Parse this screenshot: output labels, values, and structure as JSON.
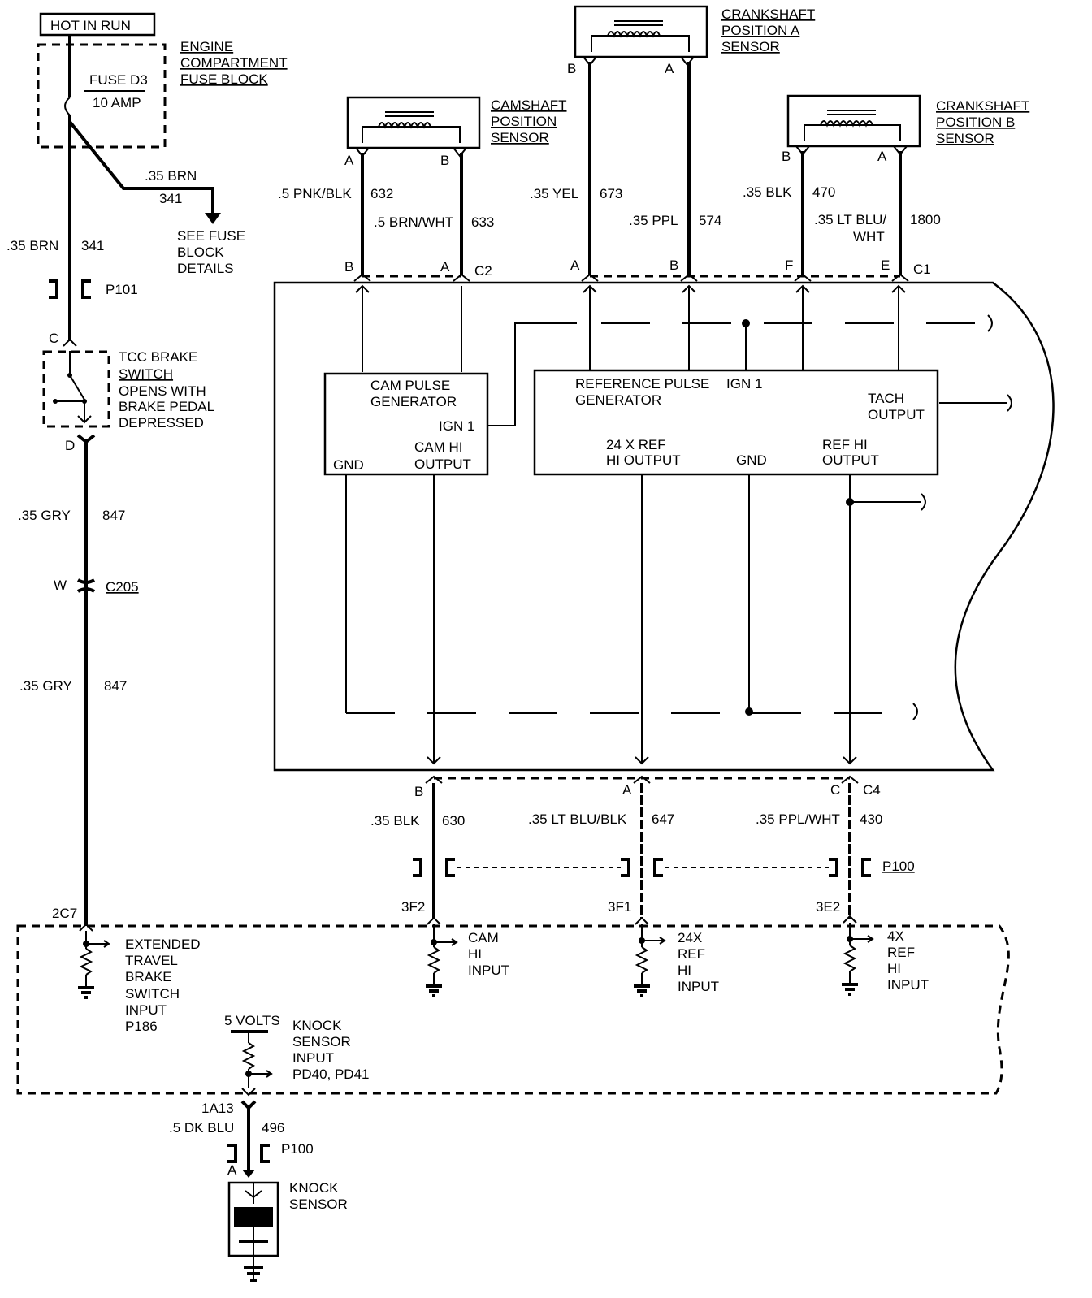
{
  "hot_in_run": "HOT IN RUN",
  "fuse_block": {
    "line1": "ENGINE",
    "line2": "COMPARTMENT",
    "line3": "FUSE BLOCK",
    "fuse": "FUSE D3",
    "amp": "10 AMP"
  },
  "brn_branch": {
    "size": ".35 BRN",
    "circuit": "341",
    "see1": "SEE FUSE",
    "see2": "BLOCK",
    "see3": "DETAILS"
  },
  "left_wire": {
    "brn_size": ".35 BRN",
    "brn_circuit": "341",
    "p101": "P101",
    "pin_c": "C",
    "pin_d": "D",
    "switch1": "TCC BRAKE",
    "switch2": "SWITCH",
    "switch3": "OPENS WITH",
    "switch4": "BRAKE PEDAL",
    "switch5": "DEPRESSED",
    "gry_size_1": ".35 GRY",
    "gry_circuit_1": "847",
    "pin_w": "W",
    "c205": "C205",
    "gry_size_2": ".35 GRY",
    "gry_circuit_2": "847",
    "pin_2c7": "2C7"
  },
  "camshaft": {
    "line1": "CAMSHAFT",
    "line2": "POSITION",
    "line3": "SENSOR",
    "pin_a": "A",
    "pin_b": "B"
  },
  "crank_a": {
    "line1": "CRANKSHAFT",
    "line2": "POSITION A",
    "line3": "SENSOR",
    "pin_b": "B",
    "pin_a": "A"
  },
  "crank_b": {
    "line1": "CRANKSHAFT",
    "line2": "POSITION B",
    "line3": "SENSOR",
    "pin_b": "B",
    "pin_a": "A"
  },
  "wires_top": {
    "w632_size": ".5 PNK/BLK",
    "w632": "632",
    "w633_size": ".5 BRN/WHT",
    "w633": "633",
    "w673_size": ".35 YEL",
    "w673": "673",
    "w574_size": ".35 PPL",
    "w574": "574",
    "w470_size": ".35 BLK",
    "w470": "470",
    "w1800_size_1": ".35 LT BLU/",
    "w1800_size_2": "WHT",
    "w1800": "1800"
  },
  "connectors_top": {
    "c2_b": "B",
    "c2_a": "A",
    "c2": "C2",
    "c1_a": "A",
    "c1_b": "B",
    "c1_f": "F",
    "c1_e": "E",
    "c1": "C1"
  },
  "module": {
    "cam1": "CAM PULSE",
    "cam2": "GENERATOR",
    "cam_ign": "IGN 1",
    "cam_gnd": "GND",
    "cam_hi1": "CAM HI",
    "cam_hi2": "OUTPUT",
    "ref1": "REFERENCE PULSE",
    "ref2": "GENERATOR",
    "ref_ign": "IGN 1",
    "tach1": "TACH",
    "tach2": "OUTPUT",
    "ref24_1": "24 X REF",
    "ref24_2": "HI OUTPUT",
    "ref_gnd": "GND",
    "refhi1": "REF HI",
    "refhi2": "OUTPUT"
  },
  "c4": {
    "pin_b": "B",
    "pin_a": "A",
    "pin_c": "C",
    "label": "C4",
    "w630_size": ".35 BLK",
    "w630": "630",
    "w647_size": ".35 LT BLU/BLK",
    "w647": "647",
    "w430_size": ".35 PPL/WHT",
    "w430": "430",
    "p100": "P100",
    "pin_3f2": "3F2",
    "pin_3f1": "3F1",
    "pin_3e2": "3E2"
  },
  "pcm_inputs": {
    "etb1": "EXTENDED",
    "etb2": "TRAVEL",
    "etb3": "BRAKE",
    "etb4": "SWITCH",
    "etb5": "INPUT",
    "etb6": "P186",
    "cam1": "CAM",
    "cam2": "HI",
    "cam3": "INPUT",
    "r24_1": "24X",
    "r24_2": "REF",
    "r24_3": "HI",
    "r24_4": "INPUT",
    "r4_1": "4X",
    "r4_2": "REF",
    "r4_3": "HI",
    "r4_4": "INPUT",
    "volts": "5 VOLTS",
    "ks1": "KNOCK",
    "ks2": "SENSOR",
    "ks3": "INPUT",
    "ks4": "PD40, PD41"
  },
  "knock": {
    "pin_1a13": "1A13",
    "size": ".5 DK BLU",
    "circuit": "496",
    "p100": "P100",
    "pin_a": "A",
    "line1": "KNOCK",
    "line2": "SENSOR"
  }
}
